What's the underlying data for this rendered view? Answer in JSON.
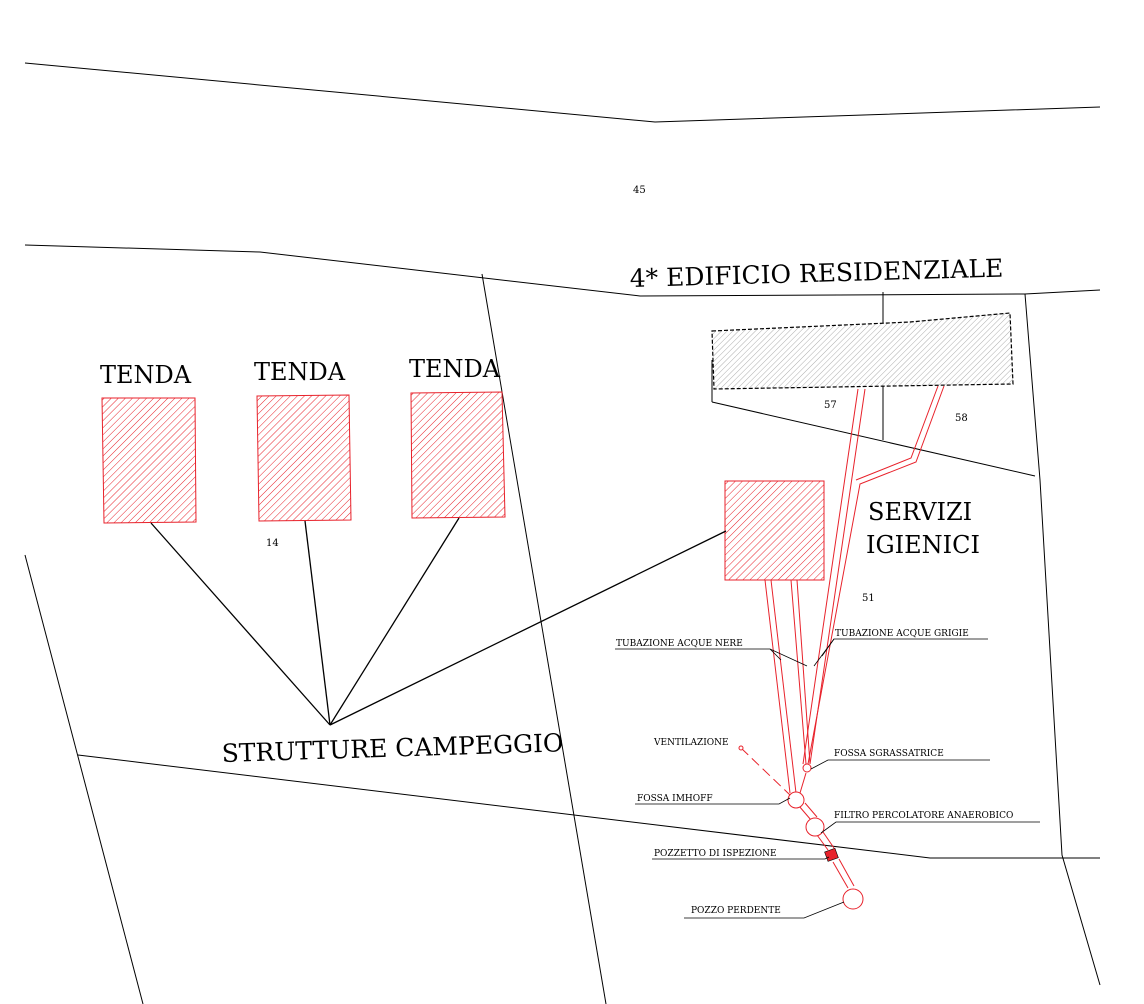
{
  "labels": {
    "parcel_45": "45",
    "building": "4* EDIFICIO RESIDENZIALE",
    "tent_1": "TENDA",
    "tent_2": "TENDA",
    "tent_3": "TENDA",
    "parcel_57": "57",
    "parcel_58": "58",
    "parcel_14": "14",
    "parcel_51": "51",
    "services_line1": "SERVIZI",
    "services_line2": "IGIENICI",
    "camping": "STRUTTURE CAMPEGGIO"
  },
  "callouts": {
    "black_water": "TUBAZIONE ACQUE NERE",
    "grey_water": "TUBAZIONE ACQUE GRIGIE",
    "ventilation": "VENTILAZIONE",
    "grease_trap": "FOSSA SGRASSATRICE",
    "imhoff": "FOSSA IMHOFF",
    "filter": "FILTRO PERCOLATORE ANAEROBICO",
    "inspection": "POZZETTO DI ISPEZIONE",
    "soakaway": "POZZO PERDENTE"
  },
  "colors": {
    "pipe_red": "#e8222b",
    "line_black": "#000000",
    "building_hatch": "#9a9a9a"
  }
}
